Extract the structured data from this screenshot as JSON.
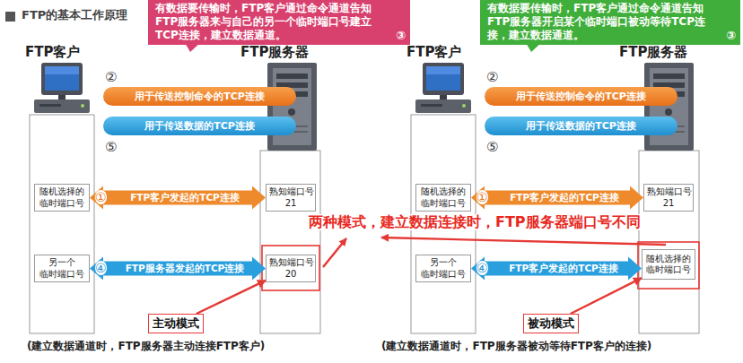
{
  "diagram": {
    "title": "FTP的基本工作原理",
    "nodes": [
      {
        "text": [
          "有数据要传输时，FTP客户通过命令通道告知FTP服务器来与自己的另一个临时端口号建立TCP连接，建立数据通道。",
          "③"
        ]
      },
      {
        "text": [
          "有数据要传输时，FTP客户通过命令通道告知FTP服务器开启某个临时端口被动等待TCP连接，建立数据通道。",
          "③"
        ]
      },
      {
        "text": [
          "用于传送控制命令的TCP连接"
        ]
      },
      {
        "text": [
          "用于传送数据的TCP连接"
        ]
      },
      {
        "text": [
          "用于传送控制命令的TCP连接"
        ]
      },
      {
        "text": [
          "用于传送数据的TCP连接"
        ]
      },
      {
        "text": [
          "随机选择的 临时端口号"
        ]
      },
      {
        "text": [
          "熟知端口号 21"
        ]
      },
      {
        "text": [
          "另一个 临时端口号"
        ]
      },
      {
        "text": [
          "熟知端口号 20"
        ]
      },
      {
        "text": [
          "随机选择的 临时端口号"
        ]
      },
      {
        "text": [
          "熟知端口号 21"
        ]
      },
      {
        "text": [
          "另一个 临时端口号"
        ]
      },
      {
        "text": [
          "随机选择的 临时端口号"
        ]
      },
      {
        "text": [
          "主动模式"
        ]
      },
      {
        "text": [
          "被动模式"
        ]
      }
    ],
    "edges": [
      {
        "from": 6,
        "to": 7,
        "arrow": "both",
        "label": "FTP客户发起的TCP连接"
      },
      {
        "from": 8,
        "to": 9,
        "arrow": "both",
        "label": "FTP服务器发起的TCP连接"
      },
      {
        "from": 10,
        "to": 11,
        "arrow": "both",
        "label": "FTP客户发起的TCP连接"
      },
      {
        "from": 12,
        "to": 13,
        "arrow": "both",
        "label": "FTP客户发起的TCP连接"
      },
      {
        "from": 14,
        "to": 9,
        "arrow": "to"
      },
      {
        "from": 15,
        "to": 13,
        "arrow": "to"
      }
    ],
    "labels": [
      "FTP客户",
      "FTP服务器",
      "②",
      "⑤",
      "①",
      "④",
      "FTP客户",
      "FTP服务器",
      "②",
      "⑤",
      "①",
      "④",
      "两种模式，建立数据连接时，FTP服务器端口号不同",
      "(建立数据通道时，FTP服务器主动连接FTP客户)",
      "(建立数据通道时，FTP服务器被动等待FTP客户的连接)"
    ]
  }
}
